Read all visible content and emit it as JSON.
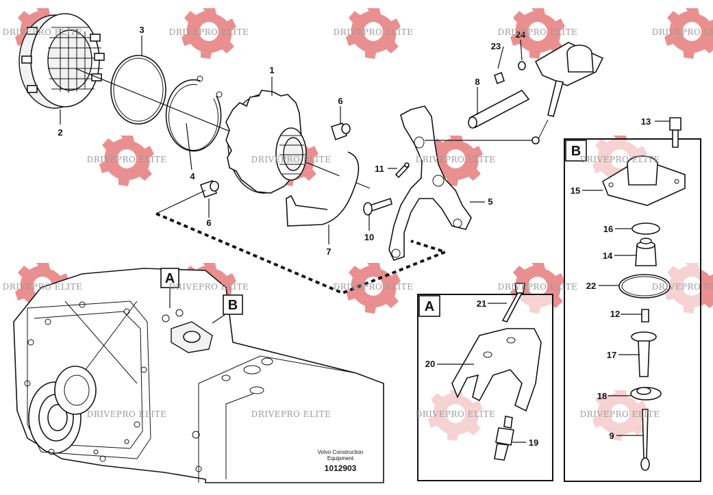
{
  "watermark": {
    "text": "DRIVEPRO ELITE",
    "gear_color": "#e57373"
  },
  "callouts": {
    "c1": "1",
    "c2": "2",
    "c3": "3",
    "c4": "4",
    "c5": "5",
    "c6a": "6",
    "c6b": "6",
    "c7": "7",
    "c8": "8",
    "c9": "9",
    "c10": "10",
    "c11": "11",
    "c12": "12",
    "c13": "13",
    "c14": "14",
    "c15": "15",
    "c16": "16",
    "c17": "17",
    "c18": "18",
    "c19": "19",
    "c20": "20",
    "c21": "21",
    "c22": "22",
    "c23": "23",
    "c24": "24"
  },
  "detail_boxes": {
    "a_label": "A",
    "b_label": "B"
  },
  "housing_markers": {
    "a": "A",
    "b": "B"
  },
  "footer": {
    "brand_line1": "Volvo Construction",
    "brand_line2": "Equipment",
    "drawing_number": "1012903"
  }
}
